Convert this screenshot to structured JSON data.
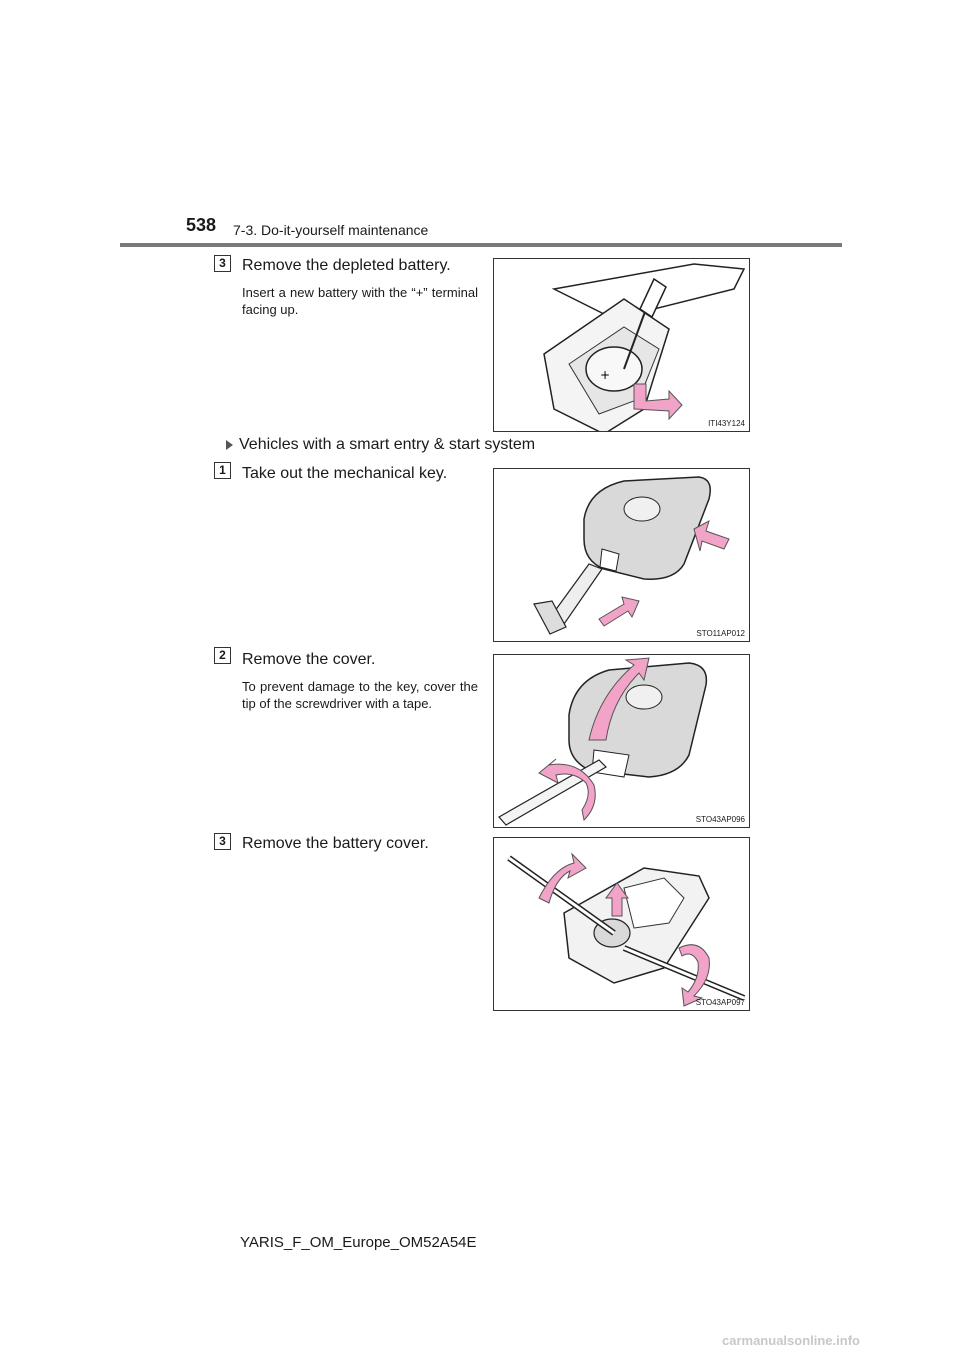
{
  "header": {
    "page_number": "538",
    "section": "7-3. Do-it-yourself maintenance"
  },
  "steps": [
    {
      "num": "3",
      "title": "Remove the depleted battery.",
      "note": "Insert a new battery with the “+” terminal facing up.",
      "figure_code": "ITI43Y124"
    },
    {
      "num": "1",
      "title": "Take out the mechanical key.",
      "figure_code": "STO11AP012"
    },
    {
      "num": "2",
      "title": "Remove the cover.",
      "note": "To prevent damage to the key, cover the tip of the screwdriver with a tape.",
      "figure_code": "STO43AP096"
    },
    {
      "num": "3",
      "title": "Remove the battery cover.",
      "figure_code": "STO43AP097"
    }
  ],
  "subheading": "Vehicles with a smart entry & start system",
  "figure_labels": {
    "battery_plus": "+"
  },
  "footer": {
    "doc_code": "YARIS_F_OM_Europe_OM52A54E"
  },
  "watermark": "carmanualsonline.info",
  "colors": {
    "arrow": "#f2a3c8",
    "rule": "#7a7a7a",
    "device_fill": "#d9d9d9"
  }
}
